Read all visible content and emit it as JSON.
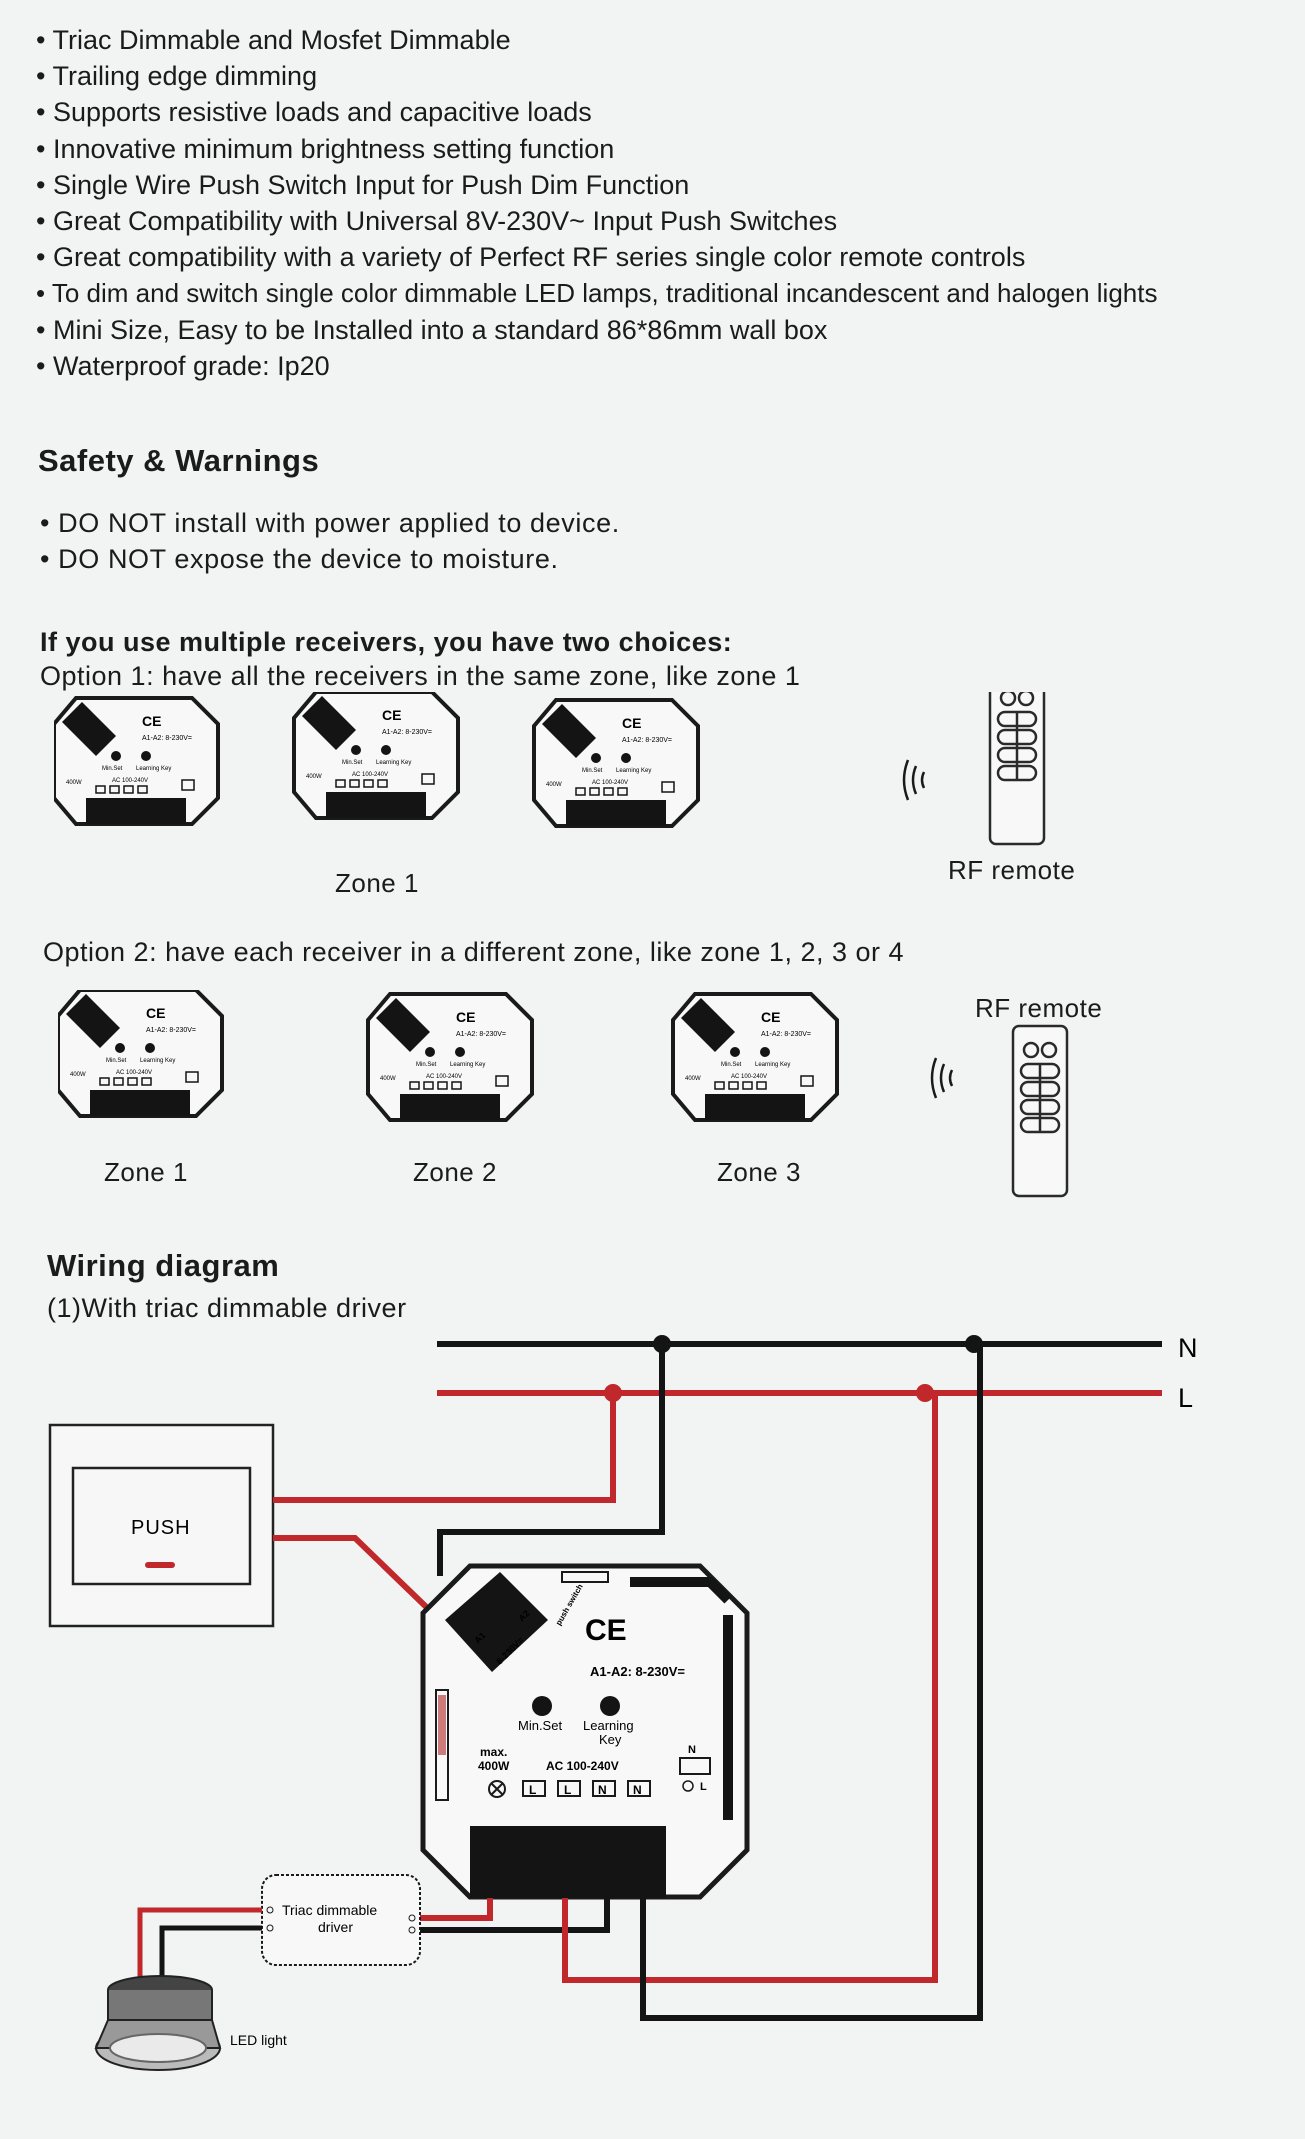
{
  "features": [
    "Triac Dimmable and Mosfet Dimmable",
    "Trailing edge dimming",
    "Supports resistive loads and capacitive loads",
    "Innovative minimum brightness setting function",
    "Single Wire Push Switch Input for Push Dim Function",
    "Great Compatibility with Universal 8V-230V~ Input Push Switches",
    "Great compatibility with a variety of Perfect RF series single color remote controls",
    "To dim and switch single color dimmable LED lamps, traditional incandescent and halogen lights",
    "Mini Size, Easy to be Installed into a standard 86*86mm wall box",
    "Waterproof grade: Ip20"
  ],
  "safety": {
    "title": "Safety & Warnings",
    "items": [
      "DO NOT install with power applied to device.",
      "DO NOT expose the device to moisture."
    ]
  },
  "receivers": {
    "heading": "If you use multiple receivers, you have two choices:",
    "option1": "Option 1: have all the receivers in the same zone, like zone 1",
    "option1_zone": "Zone 1",
    "option2": "Option 2: have each receiver in a different zone, like zone 1, 2, 3 or 4",
    "option2_zones": [
      "Zone 1",
      "Zone 2",
      "Zone 3"
    ],
    "remote_label": "RF remote"
  },
  "device_small": {
    "ce": "CE",
    "rating": "A1-A2: 8-230V=",
    "min_set": "Min.Set",
    "learning_key": "Learning Key",
    "max": "max.",
    "max_w": "400W",
    "ac": "AC 100-240V"
  },
  "wiring": {
    "title": "Wiring diagram",
    "subtitle": "(1)With triac dimmable driver",
    "n_label": "N",
    "l_label": "L",
    "push": "PUSH",
    "ce": "CE",
    "rating": "A1-A2: 8-230V=",
    "min_set": "Min.Set",
    "learning": "Learning",
    "key": "Key",
    "max": "max.",
    "max_w": "400W",
    "ac": "AC 100-240V",
    "term_l": "L",
    "term_n": "N",
    "a1": "A1",
    "a2": "A2",
    "push_switch": "push switch",
    "v8_230": "8-230V=",
    "driver_line1": "Triac dimmable",
    "driver_line2": "driver",
    "led": "LED light",
    "load_n": "N",
    "load_l": "L"
  },
  "colors": {
    "neutral": "#141414",
    "live": "#c0282b",
    "background": "#f1f4f3"
  }
}
